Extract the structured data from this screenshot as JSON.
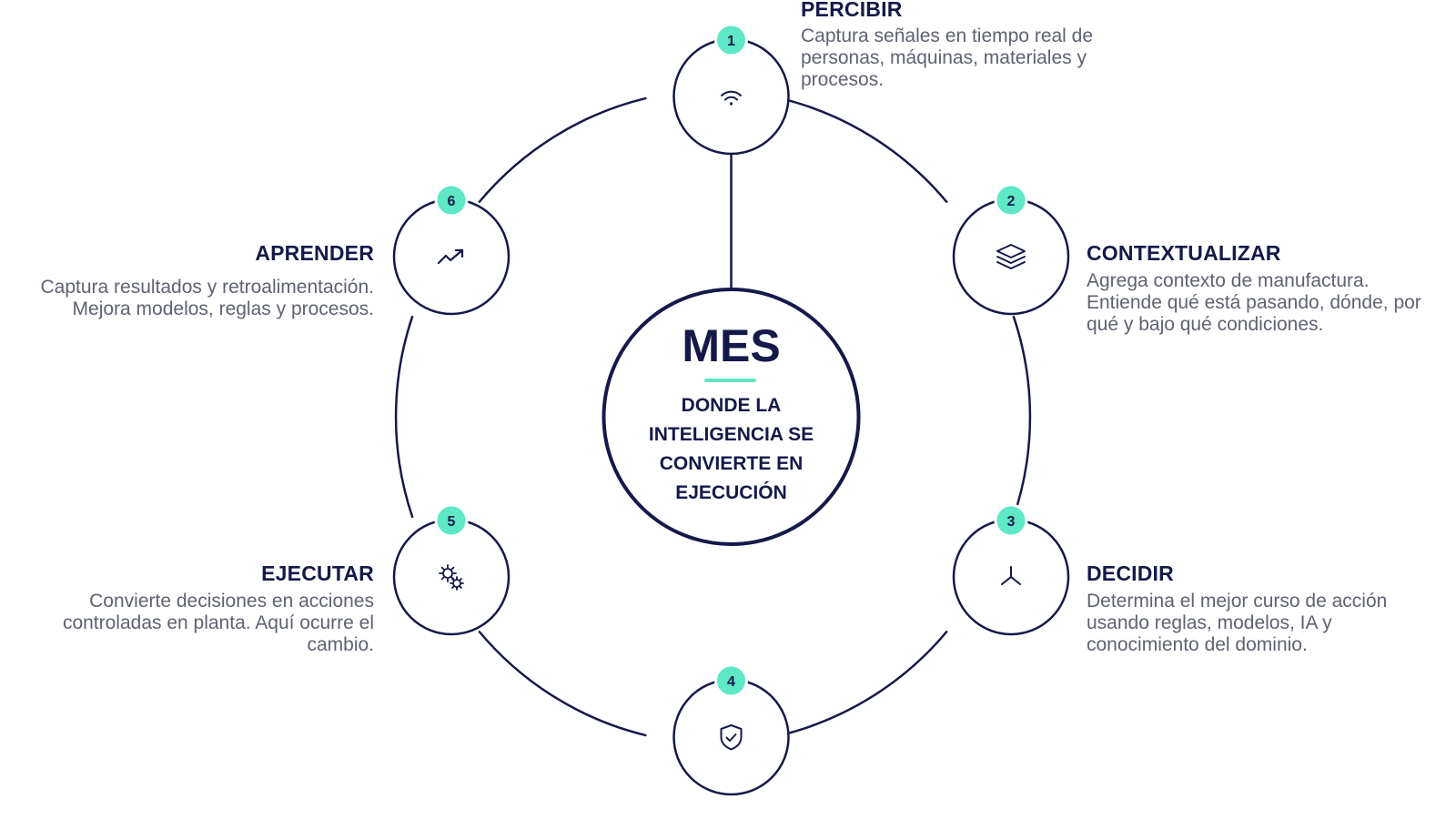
{
  "colors": {
    "navy": "#15194a",
    "accent": "#5ee8c5",
    "text_gray": "#5f6370",
    "background": "#ffffff"
  },
  "center": {
    "title": "MES",
    "subtitle_lines": [
      "DONDE LA",
      "INTELIGENCIA SE",
      "CONVIERTE EN",
      "EJECUCIÓN"
    ]
  },
  "steps": [
    {
      "number": "1",
      "title": "PERCIBIR",
      "description": "Captura señales en tiempo real de personas, máquinas, materiales y procesos.",
      "icon": "wifi-signal-icon"
    },
    {
      "number": "2",
      "title": "CONTEXTUALIZAR",
      "description": "Agrega contexto de manufactura. Entiende qué está pasando, dónde, por qué y bajo qué condiciones.",
      "icon": "layers-icon"
    },
    {
      "number": "3",
      "title": "DECIDIR",
      "description": "Determina el mejor curso de acción usando reglas, modelos, IA y conocimiento del dominio.",
      "icon": "split-arrows-icon"
    },
    {
      "number": "4",
      "title": "",
      "description": "",
      "icon": "shield-check-icon"
    },
    {
      "number": "5",
      "title": "EJECUTAR",
      "description": "Convierte decisiones en acciones controladas en planta. Aquí ocurre el cambio.",
      "icon": "gears-icon"
    },
    {
      "number": "6",
      "title": "APRENDER",
      "description": "Captura resultados y retroalimentación. Mejora modelos, reglas y procesos.",
      "icon": "trending-up-icon"
    }
  ]
}
